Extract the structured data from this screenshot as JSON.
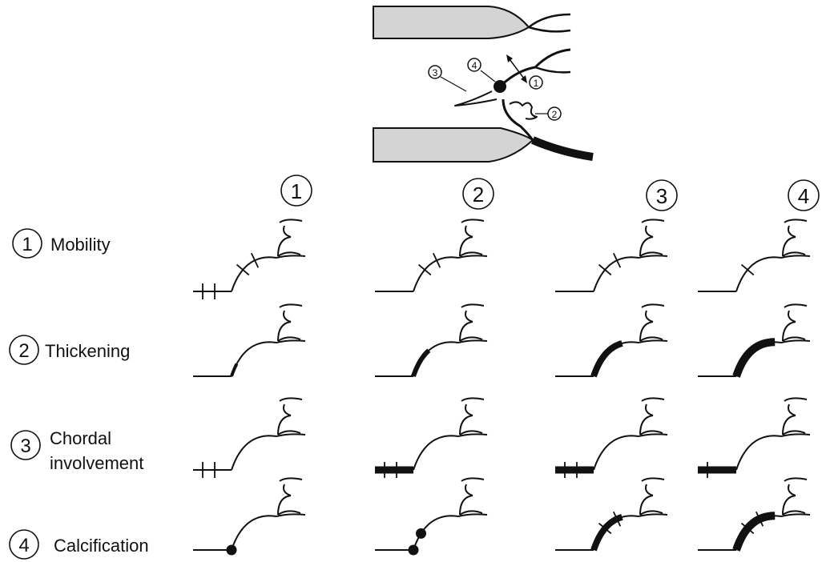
{
  "diagram": {
    "ink_color": "#111111",
    "tissue_color": "#d4d4d4",
    "inset": {
      "callouts": [
        "1",
        "2",
        "3",
        "4"
      ]
    },
    "grade_headers": [
      "1",
      "2",
      "3",
      "4"
    ],
    "rows": [
      {
        "number": "1",
        "label": "Mobility",
        "cells": [
          {
            "grade": "1",
            "chord_ticks": 2,
            "leaflet_ticks": 2,
            "thick_chord": false,
            "thick_leaflet": 0,
            "calc": 0
          },
          {
            "grade": "2",
            "chord_ticks": 0,
            "leaflet_ticks": 2,
            "thick_chord": false,
            "thick_leaflet": 0,
            "calc": 0
          },
          {
            "grade": "3",
            "chord_ticks": 0,
            "leaflet_ticks": 2,
            "thick_chord": false,
            "thick_leaflet": 0,
            "calc": 0
          },
          {
            "grade": "4",
            "chord_ticks": 0,
            "leaflet_ticks": 1,
            "thick_chord": false,
            "thick_leaflet": 0,
            "calc": 0
          }
        ]
      },
      {
        "number": "2",
        "label": "Thickening",
        "cells": [
          {
            "grade": "1",
            "chord_ticks": 0,
            "leaflet_ticks": 0,
            "thick_chord": false,
            "thick_leaflet": 1,
            "calc": 0
          },
          {
            "grade": "2",
            "chord_ticks": 0,
            "leaflet_ticks": 0,
            "thick_chord": false,
            "thick_leaflet": 2,
            "calc": 0
          },
          {
            "grade": "3",
            "chord_ticks": 0,
            "leaflet_ticks": 0,
            "thick_chord": false,
            "thick_leaflet": 3,
            "calc": 0
          },
          {
            "grade": "4",
            "chord_ticks": 0,
            "leaflet_ticks": 0,
            "thick_chord": false,
            "thick_leaflet": 4,
            "calc": 0
          }
        ]
      },
      {
        "number": "3",
        "label": "Chordal involvement",
        "label_lines": [
          "Chordal",
          "involvement"
        ],
        "cells": [
          {
            "grade": "1",
            "chord_ticks": 2,
            "leaflet_ticks": 0,
            "thick_chord": false,
            "thick_leaflet": 0,
            "calc": 0
          },
          {
            "grade": "2",
            "chord_ticks": 2,
            "leaflet_ticks": 0,
            "thick_chord": true,
            "thick_leaflet": 0,
            "calc": 0
          },
          {
            "grade": "3",
            "chord_ticks": 2,
            "leaflet_ticks": 0,
            "thick_chord": true,
            "thick_leaflet": 0,
            "calc": 0
          },
          {
            "grade": "4",
            "chord_ticks": 1,
            "leaflet_ticks": 0,
            "thick_chord": true,
            "thick_leaflet": 0,
            "calc": 0
          }
        ]
      },
      {
        "number": "4",
        "label": "Calcification",
        "cells": [
          {
            "grade": "1",
            "chord_ticks": 0,
            "leaflet_ticks": 0,
            "thick_chord": false,
            "thick_leaflet": 0,
            "calc": 1
          },
          {
            "grade": "2",
            "chord_ticks": 0,
            "leaflet_ticks": 0,
            "thick_chord": false,
            "thick_leaflet": 0,
            "calc": 2
          },
          {
            "grade": "3",
            "chord_ticks": 0,
            "leaflet_ticks": 2,
            "thick_chord": false,
            "thick_leaflet": 3,
            "calc": 0
          },
          {
            "grade": "4",
            "chord_ticks": 0,
            "leaflet_ticks": 2,
            "thick_chord": false,
            "thick_leaflet": 4,
            "calc": 0
          }
        ]
      }
    ]
  }
}
